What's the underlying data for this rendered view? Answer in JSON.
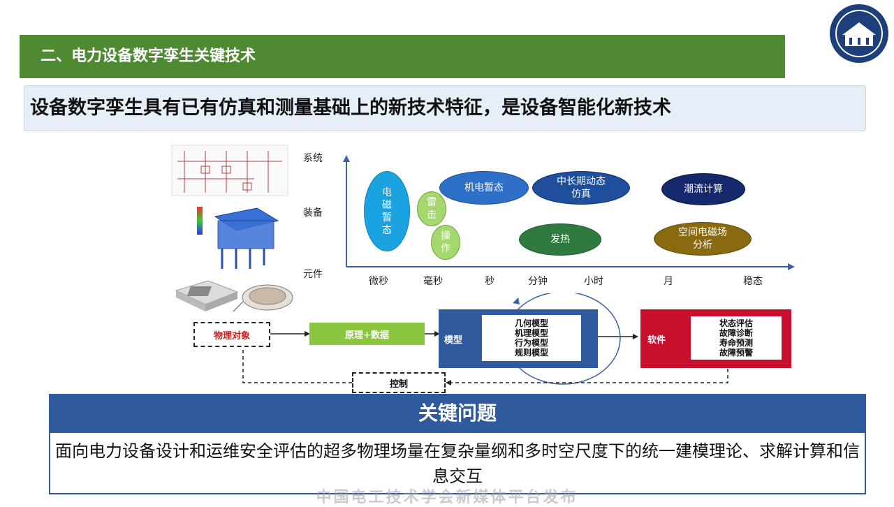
{
  "header": {
    "title": "二、电力设备数字孪生关键技术"
  },
  "subtitle": "设备数字孪生具有已有仿真和测量基础上的新技术特征，是设备智能化新技术",
  "chart": {
    "y_labels": [
      "系统",
      "装备",
      "元件"
    ],
    "x_labels": [
      "微秒",
      "毫秒",
      "秒",
      "分钟",
      "小时",
      "月",
      "稳态"
    ],
    "bubbles": [
      {
        "id": "em",
        "label": "电\n磁\n暂\n态",
        "color": "#1aa3e0"
      },
      {
        "id": "lightning",
        "label": "雷\n击",
        "color": "#a4d86e"
      },
      {
        "id": "operation",
        "label": "操\n作",
        "color": "#a4d86e"
      },
      {
        "id": "electromech",
        "label": "机电暂态",
        "color": "#2e6fc7"
      },
      {
        "id": "midlong",
        "label": "中长期动态\n仿真",
        "color": "#1f4e9c"
      },
      {
        "id": "heat",
        "label": "发热",
        "color": "#2f7a3e"
      },
      {
        "id": "powerflow",
        "label": "潮流计算",
        "color": "#14286b"
      },
      {
        "id": "spatial",
        "label": "空间电磁场\n分析",
        "color": "#8a6a10"
      }
    ]
  },
  "flow": {
    "physical": "物理对象",
    "principle": "原理+数据",
    "model_label": "模型",
    "model_items": [
      "几何模型",
      "机理模型",
      "行为模型",
      "规则模型"
    ],
    "software_label": "软件",
    "software_items": [
      "状态评估",
      "故障诊断",
      "寿命预测",
      "故障预警"
    ],
    "control": "控制"
  },
  "key_issue": {
    "title": "关键问题",
    "body": "面向电力设备设计和运维安全评估的超多物理场量在复杂量纲和多时空尺度下的统一建模理论、求解计算和信息交互"
  },
  "watermark": "中国电工技术学会新媒体平台发布"
}
